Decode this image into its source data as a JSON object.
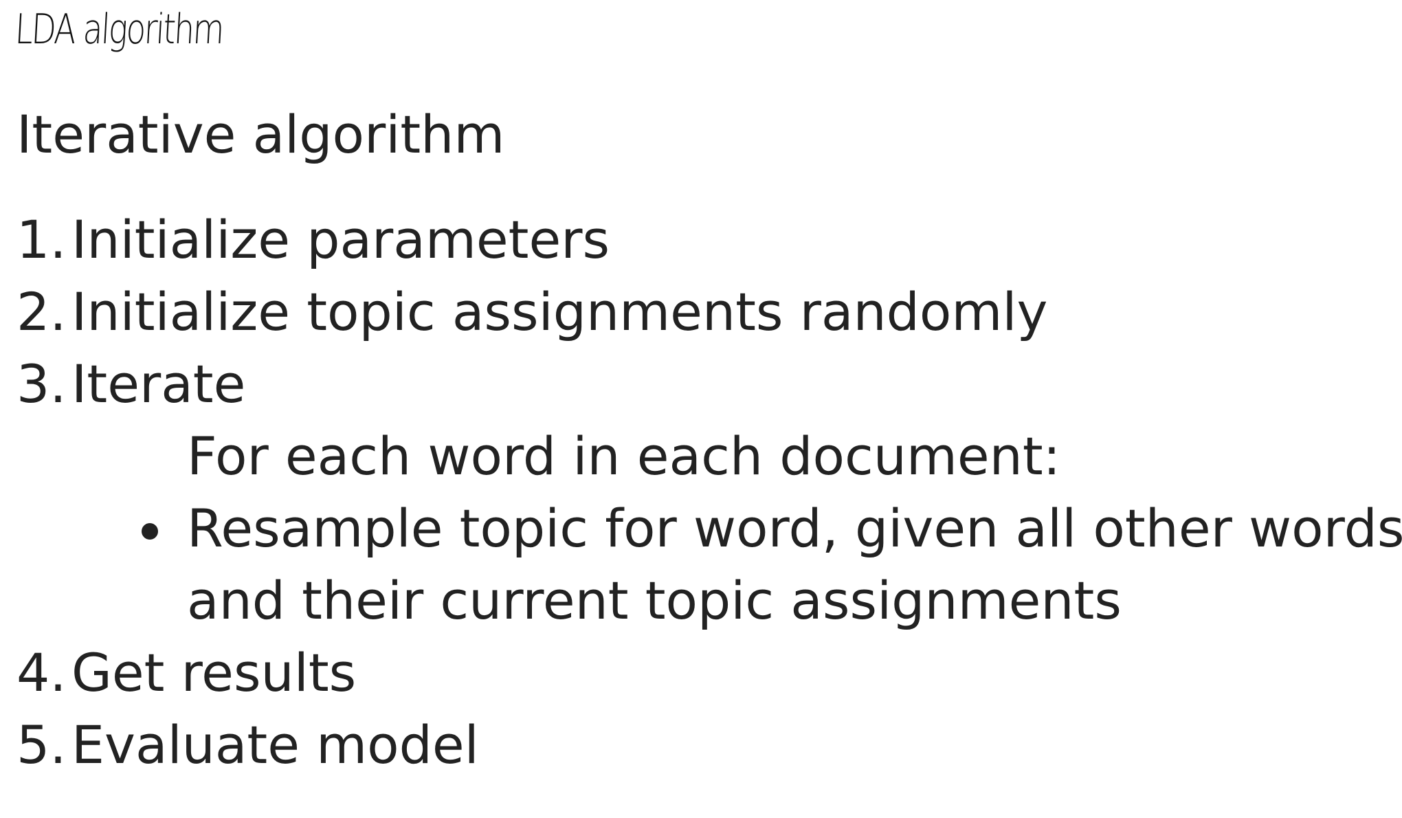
{
  "slide": {
    "title": "LDA algorithm",
    "subtitle": "Iterative algorithm",
    "steps_upper": [
      {
        "num": "1.",
        "text": "Initialize parameters"
      },
      {
        "num": "2.",
        "text": "Initialize topic assignments randomly"
      },
      {
        "num": "3.",
        "text": "Iterate"
      }
    ],
    "iterate_detail": {
      "intro": "For each word in each document:",
      "bullet_line1": "Resample topic for word, given all other words",
      "bullet_line2": "and their current topic assignments"
    },
    "steps_lower": [
      {
        "num": "4.",
        "text": "Get results"
      },
      {
        "num": "5.",
        "text": "Evaluate model"
      }
    ]
  }
}
